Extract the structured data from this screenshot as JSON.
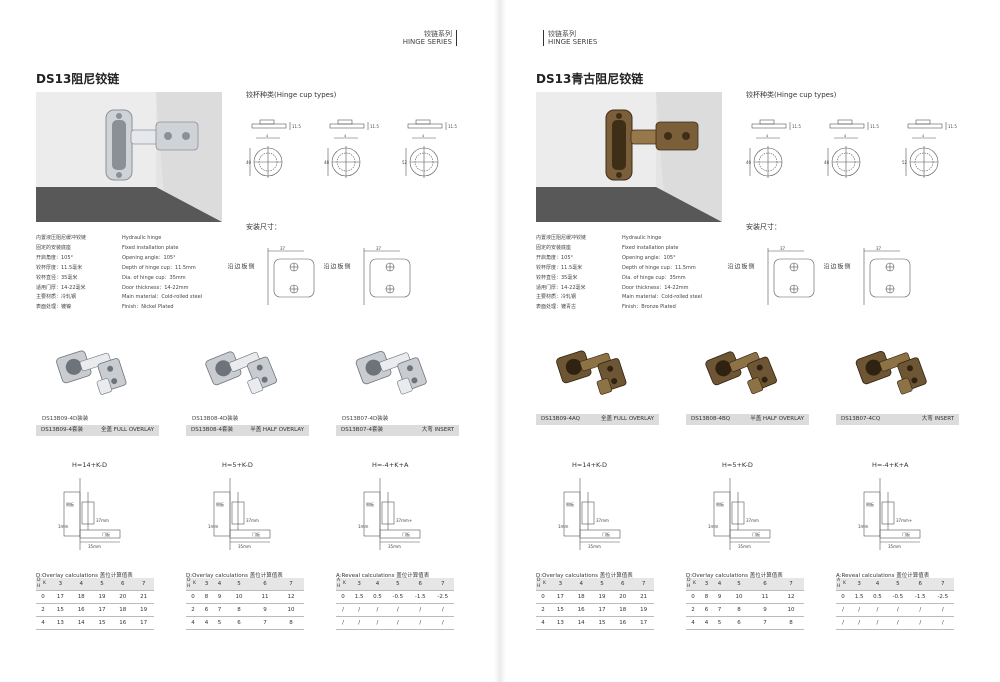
{
  "pages": [
    {
      "series_cn": "铰链系列",
      "series_en": "HINGE SERIES",
      "title": "DS13阻尼铰链",
      "cup_types_label": "铰杯种类(Hinge cup types)",
      "install_label": "安装尺寸：",
      "specs": [
        {
          "cn": "内置液压阻尼缓冲铰链",
          "en": "Hydraulic hinge"
        },
        {
          "cn": "固定的安装底座",
          "en": "Fixed installation plate"
        },
        {
          "cn": "开启角度：105°",
          "en": "Opening angle：105°"
        },
        {
          "cn": "铰杯厚度：11.5毫米",
          "en": "Depth of hinge cup：11.5mm"
        },
        {
          "cn": "铰杯直径：35毫米",
          "en": "Dia. of hinge cup：35mm"
        },
        {
          "cn": "适用门厚：14-22毫米",
          "en": "Door thickness：14-22mm"
        },
        {
          "cn": "主要材质：冷轧钢",
          "en": "Main material：Cold-rolled steel"
        },
        {
          "cn": "表面处理：镀镍",
          "en": "Finish：Nickel Plated"
        }
      ],
      "side_label": "侧板边沿",
      "products": [
        {
          "code": "DS13B09-4D装装",
          "box_code": "DS13B09-4套装",
          "box_en": "全盖 FULL OVERLAY"
        },
        {
          "code": "DS13B08-4D装装",
          "box_code": "DS13B08-4套装",
          "box_en": "半盖 HALF OVERLAY"
        },
        {
          "code": "DS13B07-4D装装",
          "box_code": "DS13B07-4套装",
          "box_en": "大弯 INSERT"
        }
      ],
      "formulas": [
        "H=14+K-D",
        "H=5+K-D",
        "H=-4+K+A"
      ],
      "tables": [
        {
          "title": "D:Overlay calculations 盖位计算值表",
          "r1": "D",
          "r2": "H",
          "k": "K",
          "cols": [
            "3",
            "4",
            "5",
            "6",
            "7"
          ],
          "rows": [
            [
              "0",
              "17",
              "18",
              "19",
              "20",
              "21"
            ],
            [
              "2",
              "15",
              "16",
              "17",
              "18",
              "19"
            ],
            [
              "4",
              "13",
              "14",
              "15",
              "16",
              "17"
            ]
          ]
        },
        {
          "title": "D:Overlay calculations 盖位计算值表",
          "r1": "D",
          "r2": "H",
          "k": "K",
          "cols": [
            "3",
            "4",
            "5",
            "6",
            "7"
          ],
          "rows": [
            [
              "0",
              "8",
              "9",
              "10",
              "11",
              "12"
            ],
            [
              "2",
              "6",
              "7",
              "8",
              "9",
              "10"
            ],
            [
              "4",
              "4",
              "5",
              "6",
              "7",
              "8"
            ]
          ]
        },
        {
          "title": "A:Reveal calculations 盖位计算值表",
          "r1": "A",
          "r2": "H",
          "k": "K",
          "cols": [
            "3",
            "4",
            "5",
            "6",
            "7"
          ],
          "rows": [
            [
              "0",
              "1.5",
              "0.5",
              "-0.5",
              "-1.5",
              "-2.5"
            ],
            [
              "/",
              "/",
              "/",
              "/",
              "/",
              "/"
            ],
            [
              "/",
              "/",
              "/",
              "/",
              "/",
              "/"
            ]
          ]
        }
      ]
    },
    {
      "series_cn": "铰链系列",
      "series_en": "HINGE SERIES",
      "title": "DS13青古阻尼铰链",
      "cup_types_label": "铰杯种类(Hinge cup types)",
      "install_label": "安装尺寸：",
      "specs": [
        {
          "cn": "内置液压阻尼缓冲铰链",
          "en": "Hydraulic hinge"
        },
        {
          "cn": "固定的安装底座",
          "en": "Fixed installation plate"
        },
        {
          "cn": "开启角度：105°",
          "en": "Opening angle：105°"
        },
        {
          "cn": "铰杯厚度：11.5毫米",
          "en": "Depth of hinge cup：11.5mm"
        },
        {
          "cn": "铰杯直径：35毫米",
          "en": "Dia. of hinge cup：35mm"
        },
        {
          "cn": "适用门厚：14-22毫米",
          "en": "Door thickness：14-22mm"
        },
        {
          "cn": "主要材质：冷轧钢",
          "en": "Main material：Cold-rolled steel"
        },
        {
          "cn": "表面处理：镀青古",
          "en": "Finish：Bronze Plated"
        }
      ],
      "side_label": "侧板边沿",
      "products": [
        {
          "code": "",
          "box_code": "DS13B09-4AQ",
          "box_en": "全盖 FULL OVERLAY"
        },
        {
          "code": "",
          "box_code": "DS13B08-4BQ",
          "box_en": "半盖 HALF OVERLAY"
        },
        {
          "code": "",
          "box_code": "DS13B07-4CQ",
          "box_en": "大弯 INSERT"
        }
      ],
      "formulas": [
        "H=14+K-D",
        "H=5+K-D",
        "H=-4+K+A"
      ],
      "tables": [
        {
          "title": "D:Overlay calculations 盖位计算值表",
          "r1": "D",
          "r2": "H",
          "k": "K",
          "cols": [
            "3",
            "4",
            "5",
            "6",
            "7"
          ],
          "rows": [
            [
              "0",
              "17",
              "18",
              "19",
              "20",
              "21"
            ],
            [
              "2",
              "15",
              "16",
              "17",
              "18",
              "19"
            ],
            [
              "4",
              "13",
              "14",
              "15",
              "16",
              "17"
            ]
          ]
        },
        {
          "title": "D:Overlay calculations 盖位计算值表",
          "r1": "D",
          "r2": "H",
          "k": "K",
          "cols": [
            "3",
            "4",
            "5",
            "6",
            "7"
          ],
          "rows": [
            [
              "0",
              "8",
              "9",
              "10",
              "11",
              "12"
            ],
            [
              "2",
              "6",
              "7",
              "8",
              "9",
              "10"
            ],
            [
              "4",
              "4",
              "5",
              "6",
              "7",
              "8"
            ]
          ]
        },
        {
          "title": "A:Reveal calculations 盖位计算值表",
          "r1": "A",
          "r2": "H",
          "k": "K",
          "cols": [
            "3",
            "4",
            "5",
            "6",
            "7"
          ],
          "rows": [
            [
              "0",
              "1.5",
              "0.5",
              "-0.5",
              "-1.5",
              "-2.5"
            ],
            [
              "/",
              "/",
              "/",
              "/",
              "/",
              "/"
            ],
            [
              "/",
              "/",
              "/",
              "/",
              "/",
              "/"
            ]
          ]
        }
      ]
    }
  ],
  "diagram_text": {
    "cup_dims": [
      "11.5",
      "40",
      "48",
      "52",
      "4"
    ],
    "install_dim": "37",
    "detail_labels": [
      "侧板",
      "37mm",
      "门板",
      "1mm",
      "门",
      "37mm+",
      "门板厚度",
      "35mm"
    ]
  },
  "colors": {
    "nickel": "#c9cdd2",
    "bronze": "#6e5634",
    "table_head": "#e6e6e6",
    "spec_box": "#dcdcdc"
  }
}
